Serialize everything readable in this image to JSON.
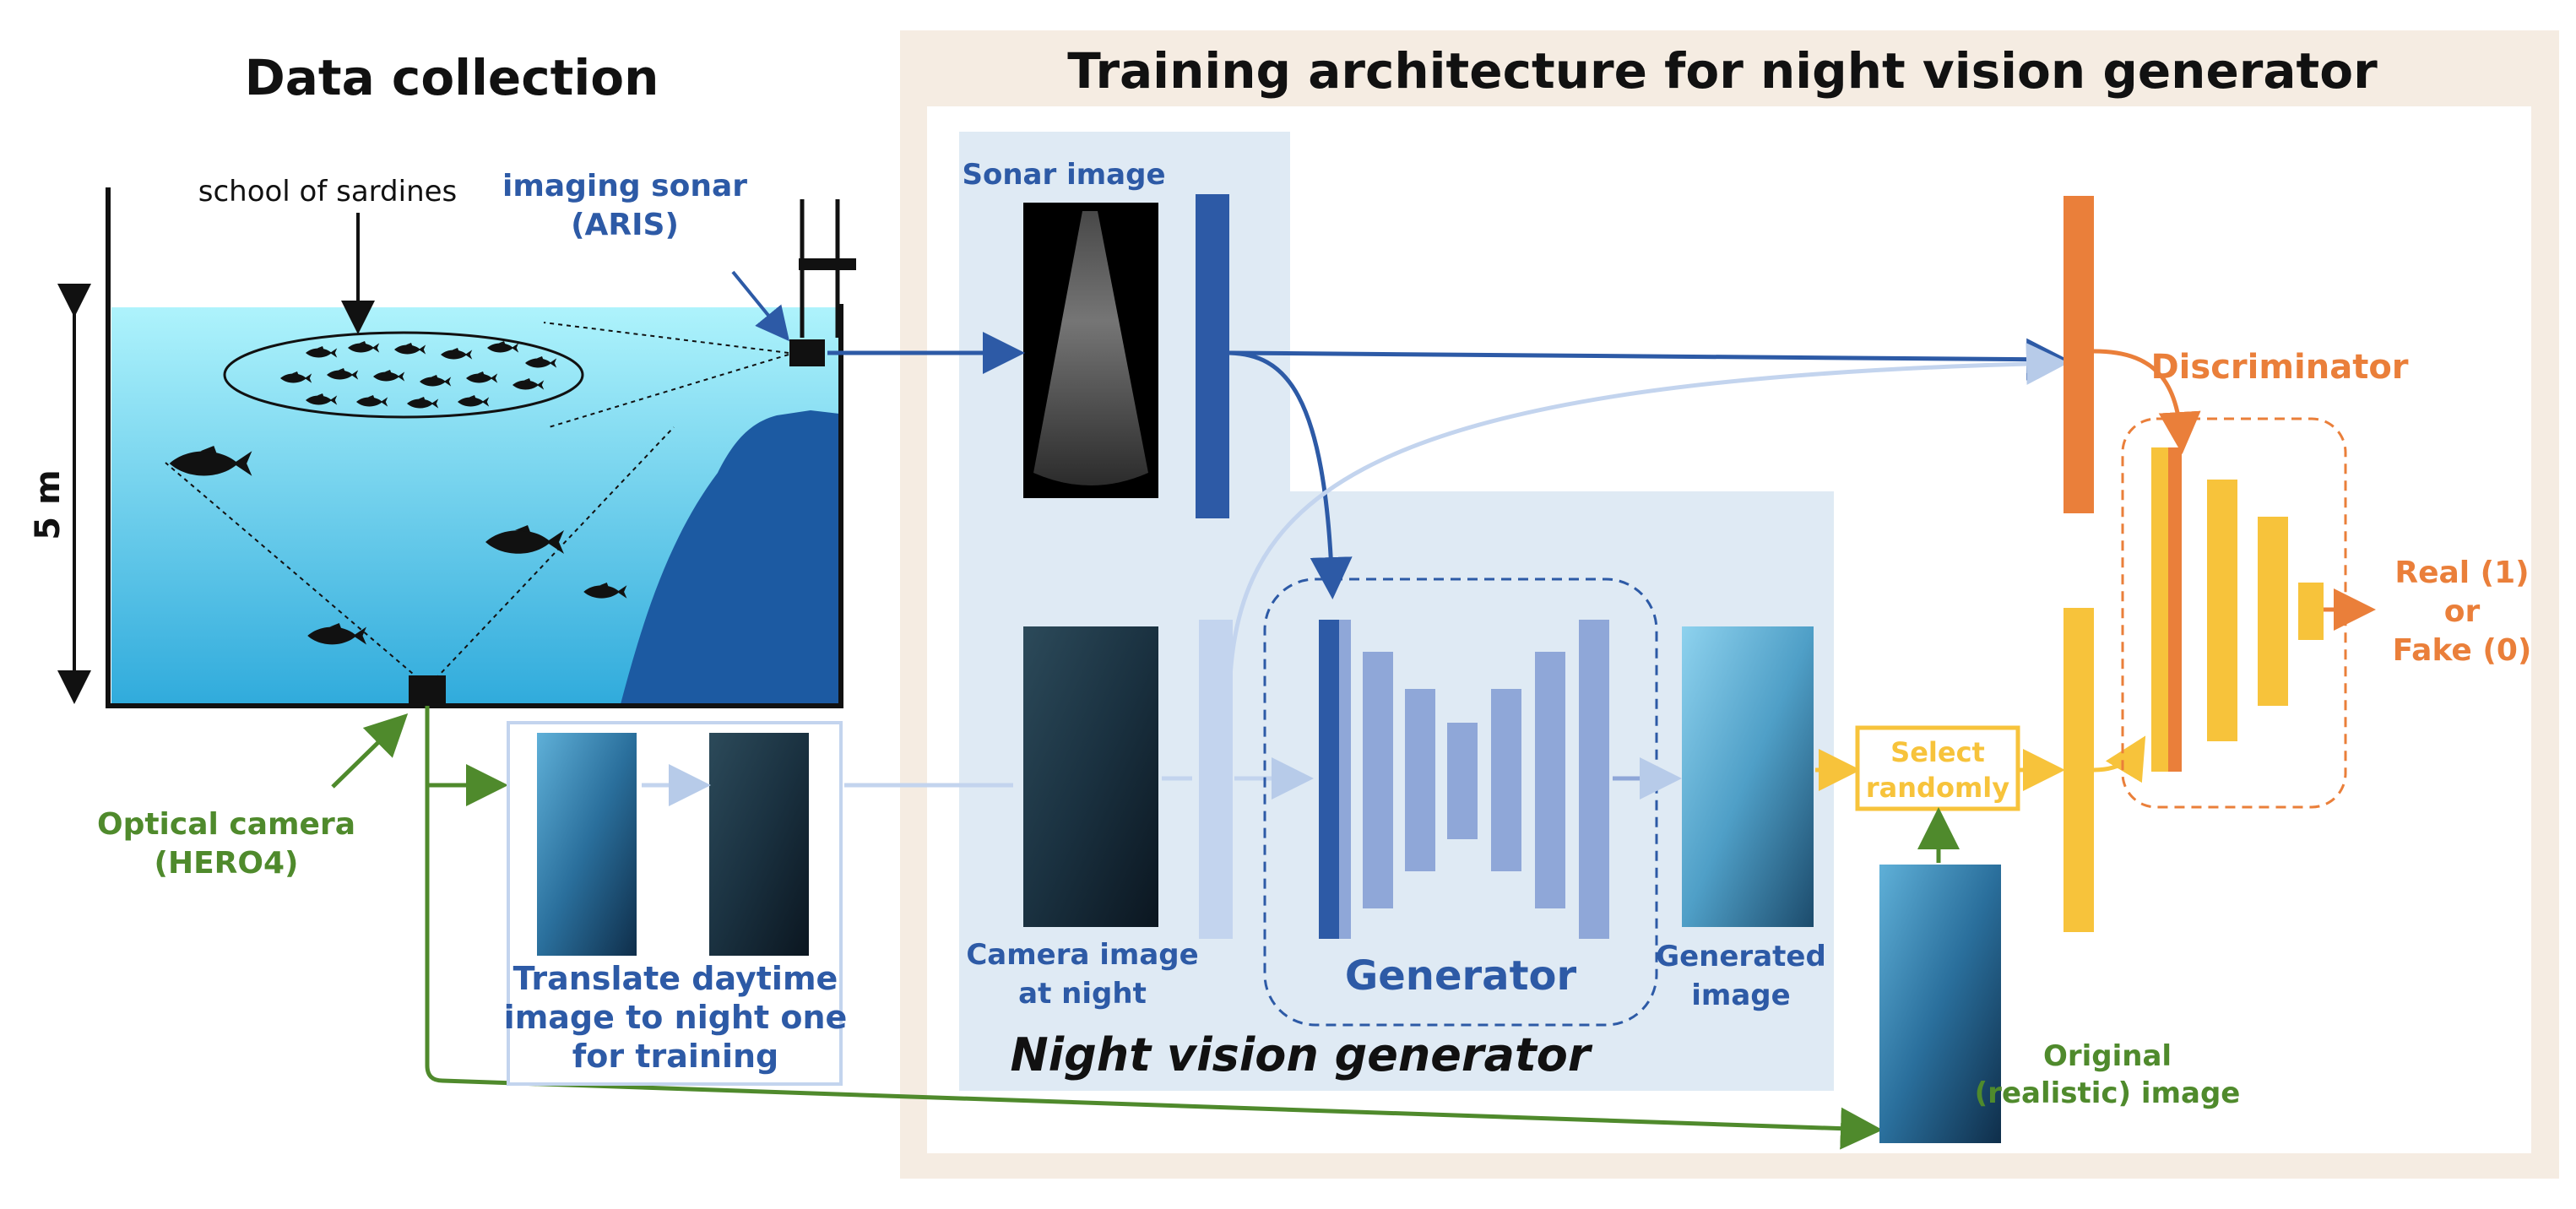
{
  "colors": {
    "panel_tan": "#f4ebe0",
    "light_panel": "#dfeaf4",
    "water_top": "#a9f2fb",
    "water_bottom": "#33aede",
    "rock": "#1d5ca4",
    "sonar_blue": "#2d5aa6",
    "light_blue": "#9db5e0",
    "pale_blue": "#c3d4ee",
    "generator_dark": "#2d5aa6",
    "generator_light": "#8fa7d8",
    "green": "#4f8a2c",
    "orange": "#ea7f3a",
    "yellow": "#f7c33b",
    "black": "#111111"
  },
  "icons": {
    "fish": "fish-icon",
    "sensor": "sensor-icon",
    "arrow": "arrow-icon"
  },
  "labels": {
    "data_collection": "Data collection",
    "training_architecture": "Training architecture for night vision generator",
    "school_of_sardines": "school of sardines",
    "imaging_sonar_line1": "imaging sonar",
    "imaging_sonar_line2": "(ARIS)",
    "depth": "5 m",
    "optical_camera_line1": "Optical camera",
    "optical_camera_line2": "(HERO4)",
    "translate_line1": "Translate daytime",
    "translate_line2": "image to night one",
    "translate_line3": "for training",
    "sonar_image": "Sonar image",
    "camera_night_line1": "Camera image",
    "camera_night_line2": "at night",
    "generator": "Generator",
    "night_vision_generator": "Night vision generator",
    "generated_line1": "Generated",
    "generated_line2": "image",
    "select_line1": "Select",
    "select_line2": "randomly",
    "discriminator": "Discriminator",
    "real_line1": "Real (1)",
    "real_line2": "or",
    "real_line3": "Fake (0)",
    "original_line1": "Original",
    "original_line2": "(realistic) image"
  }
}
